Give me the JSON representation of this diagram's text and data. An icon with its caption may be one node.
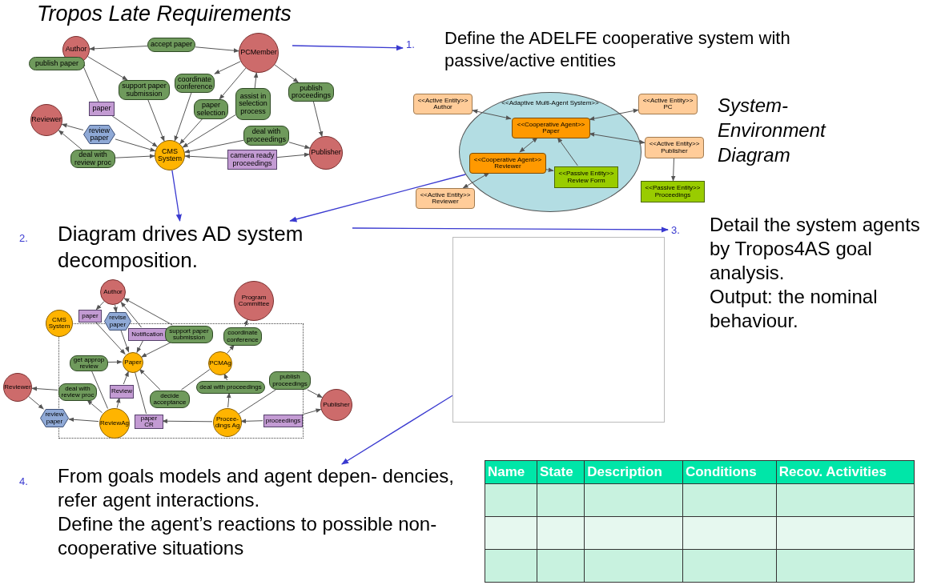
{
  "diagram": {
    "nodes": [
      {
        "text": [
          "Author"
        ]
      },
      {
        "text": [
          "accept paper"
        ]
      },
      {
        "text": [
          "PCMember"
        ]
      },
      {
        "text": [
          "publish paper"
        ]
      },
      {
        "text": [
          "support paper submission"
        ]
      },
      {
        "text": [
          "coordinate conference"
        ]
      },
      {
        "text": [
          "paper selection"
        ]
      },
      {
        "text": [
          "assist in selection process"
        ]
      },
      {
        "text": [
          "publish proceedings"
        ]
      },
      {
        "text": [
          "paper"
        ]
      },
      {
        "text": [
          "Reviewer"
        ]
      },
      {
        "text": [
          "review paper"
        ]
      },
      {
        "text": [
          "deal with proceedings"
        ]
      },
      {
        "text": [
          "deal with review proc"
        ]
      },
      {
        "text": [
          "CMS System"
        ]
      },
      {
        "text": [
          "camera ready proceedings"
        ]
      },
      {
        "text": [
          "Publisher"
        ]
      },
      {
        "text": [
          "1.",
          "Define the ADELFE cooperative system with passive/active entities"
        ]
      },
      {
        "text": [
          "<<Active Entity>>",
          "Author"
        ]
      },
      {
        "text": [
          "<<Adaptive Multi-Agent System>>"
        ]
      },
      {
        "text": [
          "<<Active Entity>>",
          "PC"
        ]
      },
      {
        "text": [
          "<<Cooperative Agent>>",
          "Paper"
        ],
        "in": 19
      },
      {
        "text": [
          "<<Active Entity>>",
          "Publisher"
        ]
      },
      {
        "text": [
          "<<Cooperative Agent>>",
          "Reviewer"
        ],
        "in": 19
      },
      {
        "text": [
          "<<Passive Entity>>",
          "Review Form"
        ],
        "in": 19
      },
      {
        "text": [
          "<<Active Entity>>",
          "Reviewer"
        ]
      },
      {
        "text": [
          "<<Passive Entity>>",
          "Proceedings"
        ]
      },
      {
        "text": [
          "2.",
          "Diagram drives AD system decomposition."
        ]
      },
      {
        "text": [
          "3.",
          "Detail the system agents by Tropos4AS goal analysis.",
          "Output: the nominal behaviour."
        ]
      },
      {
        "text": [],
        "shape": "box"
      },
      {
        "text": [
          "Author"
        ]
      },
      {
        "text": [
          "Program Committee"
        ]
      },
      {
        "text": [
          "CMS System"
        ]
      },
      {
        "text": [
          "paper"
        ]
      },
      {
        "text": [
          "revise paper"
        ]
      },
      {
        "text": [],
        "shape": "box"
      },
      {
        "text": [
          "Notification"
        ],
        "in": 35
      },
      {
        "text": [
          "support paper submission"
        ],
        "in": 35
      },
      {
        "text": [
          "coordinate conference"
        ],
        "in": 35
      },
      {
        "text": [
          "get approp review"
        ],
        "in": 35
      },
      {
        "text": [
          "Paper"
        ],
        "in": 35
      },
      {
        "text": [
          "PCMAg"
        ],
        "in": 35
      },
      {
        "text": [
          "Reviewer"
        ]
      },
      {
        "text": [
          "deal with review proc"
        ],
        "in": 35
      },
      {
        "text": [
          "Review"
        ],
        "in": 35
      },
      {
        "text": [
          "decide acceptance"
        ],
        "in": 35
      },
      {
        "text": [
          "deal with proceedings"
        ],
        "in": 35
      },
      {
        "text": [
          "publish proceedings"
        ]
      },
      {
        "text": [
          "Publisher"
        ]
      },
      {
        "text": [
          "review paper"
        ]
      },
      {
        "text": [
          "ReviewAg"
        ],
        "in": 35
      },
      {
        "text": [
          "paper CR"
        ],
        "in": 35
      },
      {
        "text": [
          "Procee- dings Ag"
        ],
        "in": 35
      },
      {
        "text": [
          "proceedings"
        ],
        "in": 35
      },
      {
        "text": [
          "4.",
          "From goals models and agent depen- dencies, refer agent interactions.",
          "Define the agent’s reactions to possible non-cooperative situations"
        ]
      }
    ],
    "edges": [
      {
        "from": 1,
        "to": 0,
        "arrow": "to"
      },
      {
        "from": 1,
        "to": 2,
        "arrow": "to"
      },
      {
        "from": 9,
        "to": 0,
        "arrow": "to"
      },
      {
        "from": 0,
        "to": 4,
        "arrow": "to"
      },
      {
        "from": 4,
        "to": 14,
        "arrow": "to"
      },
      {
        "from": 2,
        "to": 5,
        "arrow": "to"
      },
      {
        "from": 5,
        "to": 14,
        "arrow": "to"
      },
      {
        "from": 2,
        "to": 6,
        "arrow": "to"
      },
      {
        "from": 6,
        "to": 14,
        "arrow": "to"
      },
      {
        "from": 7,
        "to": 2,
        "arrow": "to"
      },
      {
        "from": 7,
        "to": 14,
        "arrow": "to"
      },
      {
        "from": 2,
        "to": 8,
        "arrow": "to"
      },
      {
        "from": 8,
        "to": 16,
        "arrow": "to"
      },
      {
        "from": 12,
        "to": 14,
        "arrow": "to"
      },
      {
        "from": 12,
        "to": 16,
        "arrow": "to"
      },
      {
        "from": 15,
        "to": 14,
        "arrow": "to"
      },
      {
        "from": 15,
        "to": 16,
        "arrow": "to"
      },
      {
        "from": 11,
        "to": 10,
        "arrow": "to"
      },
      {
        "from": 11,
        "to": 14,
        "arrow": "to"
      },
      {
        "from": 13,
        "to": 10,
        "arrow": "to"
      },
      {
        "from": 13,
        "to": 14,
        "arrow": "to"
      },
      {
        "from": 9,
        "to": 14,
        "arrow": "to"
      },
      {
        "from": null,
        "to": 17,
        "arrow": "to",
        "color": "#3a3ad0"
      },
      {
        "from": 18,
        "to": 21,
        "arrow": "both"
      },
      {
        "from": 20,
        "to": 21,
        "arrow": "both"
      },
      {
        "from": 21,
        "to": 22,
        "arrow": "both"
      },
      {
        "from": 21,
        "to": 23,
        "arrow": "both"
      },
      {
        "from": 23,
        "to": 24,
        "arrow": "to"
      },
      {
        "from": 24,
        "to": 21,
        "arrow": "to"
      },
      {
        "from": 25,
        "to": 23,
        "arrow": "both"
      },
      {
        "from": 22,
        "to": 26,
        "arrow": "to"
      },
      {
        "from": 19,
        "to": 27,
        "arrow": "to",
        "color": "#3a3ad0"
      },
      {
        "from": 14,
        "to": 27,
        "arrow": "to",
        "color": "#3a3ad0"
      },
      {
        "from": 27,
        "to": 28,
        "arrow": "to",
        "color": "#3a3ad0"
      },
      {
        "from": 29,
        "to": 54,
        "arrow": "to",
        "color": "#3a3ad0"
      },
      {
        "from": 30,
        "to": 33,
        "arrow": "to"
      },
      {
        "from": 33,
        "to": 40,
        "arrow": "to"
      },
      {
        "from": 30,
        "to": 34,
        "arrow": "to"
      },
      {
        "from": 34,
        "to": 40,
        "arrow": "to"
      },
      {
        "from": 36,
        "to": 30,
        "arrow": "to"
      },
      {
        "from": 36,
        "to": 40,
        "arrow": "to"
      },
      {
        "from": 37,
        "to": 30,
        "arrow": "to"
      },
      {
        "from": 37,
        "to": 40,
        "arrow": "to"
      },
      {
        "from": 38,
        "to": 31,
        "arrow": "to"
      },
      {
        "from": 41,
        "to": 38,
        "arrow": "to"
      },
      {
        "from": 39,
        "to": 40,
        "arrow": "to"
      },
      {
        "from": 50,
        "to": 39,
        "arrow": "none"
      },
      {
        "from": 44,
        "to": 40,
        "arrow": "to"
      },
      {
        "from": 50,
        "to": 44,
        "arrow": "to"
      },
      {
        "from": 43,
        "to": 42,
        "arrow": "to"
      },
      {
        "from": 50,
        "to": 43,
        "arrow": "to"
      },
      {
        "from": 42,
        "to": 49,
        "arrow": "to"
      },
      {
        "from": 50,
        "to": 49,
        "arrow": "to"
      },
      {
        "from": 45,
        "to": 40,
        "arrow": "to"
      },
      {
        "from": 41,
        "to": 45,
        "arrow": "none"
      },
      {
        "from": 46,
        "to": 41,
        "arrow": "to"
      },
      {
        "from": 52,
        "to": 46,
        "arrow": "to"
      },
      {
        "from": 52,
        "to": 47,
        "arrow": "none"
      },
      {
        "from": 47,
        "to": 48,
        "arrow": "to"
      },
      {
        "from": 53,
        "to": 48,
        "arrow": "to"
      },
      {
        "from": 53,
        "to": 52,
        "arrow": "to"
      },
      {
        "from": 52,
        "to": 51,
        "arrow": "to"
      },
      {
        "from": 51,
        "to": 40,
        "arrow": "none"
      }
    ],
    "labels": [
      "Tropos Late Requirements",
      "System-Environment Diagram",
      "Name",
      "State",
      "Description",
      "Conditions",
      "Recov. Activities"
    ]
  }
}
